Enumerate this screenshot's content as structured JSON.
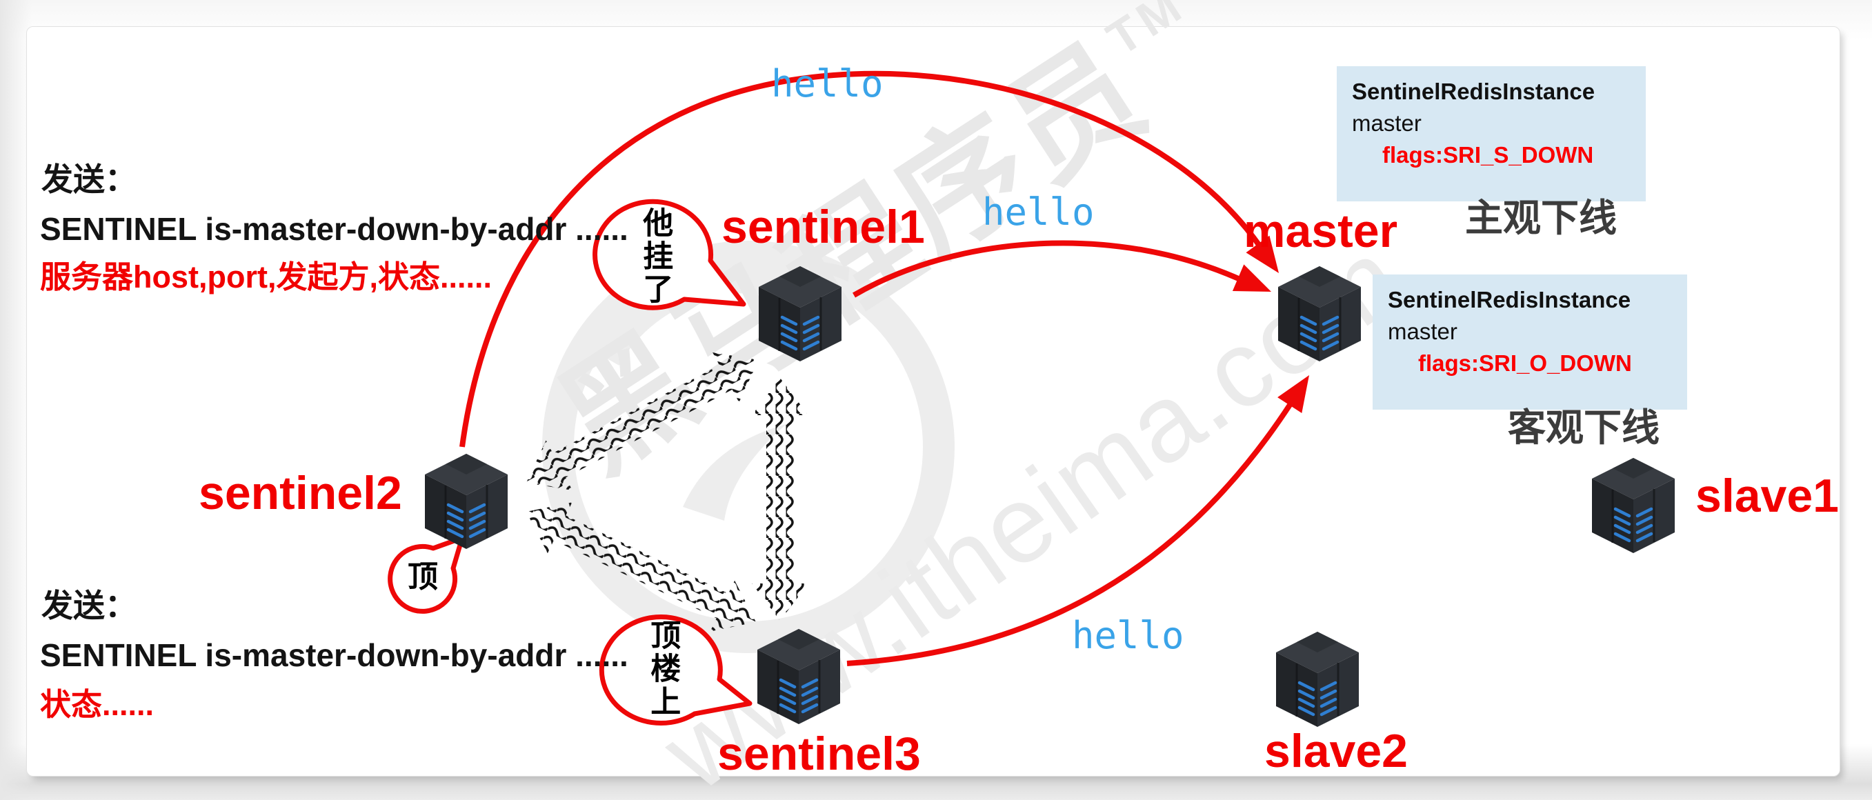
{
  "watermark": {
    "brand": "黑马程序员",
    "tm": "TM",
    "url": "www.itheima.com"
  },
  "send_blocks": {
    "top": {
      "title": "发送：",
      "command": "SENTINEL is-master-down-by-addr ......",
      "payload": "服务器host,port,发起方,状态......"
    },
    "bottom": {
      "title": "发送：",
      "command": "SENTINEL is-master-down-by-addr ......",
      "payload": "状态......"
    }
  },
  "nodes": {
    "sentinel1": {
      "label": "sentinel1"
    },
    "sentinel2": {
      "label": "sentinel2"
    },
    "sentinel3": {
      "label": "sentinel3"
    },
    "master": {
      "label": "master"
    },
    "slave1": {
      "label": "slave1"
    },
    "slave2": {
      "label": "slave2"
    }
  },
  "speech_bubbles": {
    "sentinel1": "他挂了",
    "sentinel2": "顶",
    "sentinel3": "顶楼上"
  },
  "hello_labels": [
    "hello",
    "hello",
    "hello"
  ],
  "info_boxes": [
    {
      "title": "SentinelRedisInstance",
      "instance": "master",
      "flags": "flags:SRI_S_DOWN",
      "caption": "主观下线"
    },
    {
      "title": "SentinelRedisInstance",
      "instance": "master",
      "flags": "flags:SRI_O_DOWN",
      "caption": "客观下线"
    }
  ],
  "colors": {
    "accent_red": "#f10000",
    "hello_blue": "#3aa3e8",
    "info_box_bg": "#d7e8f3",
    "caption_gray": "#3c3c3c",
    "server_dark": "#24272b",
    "led_blue": "#2f7fd2"
  }
}
